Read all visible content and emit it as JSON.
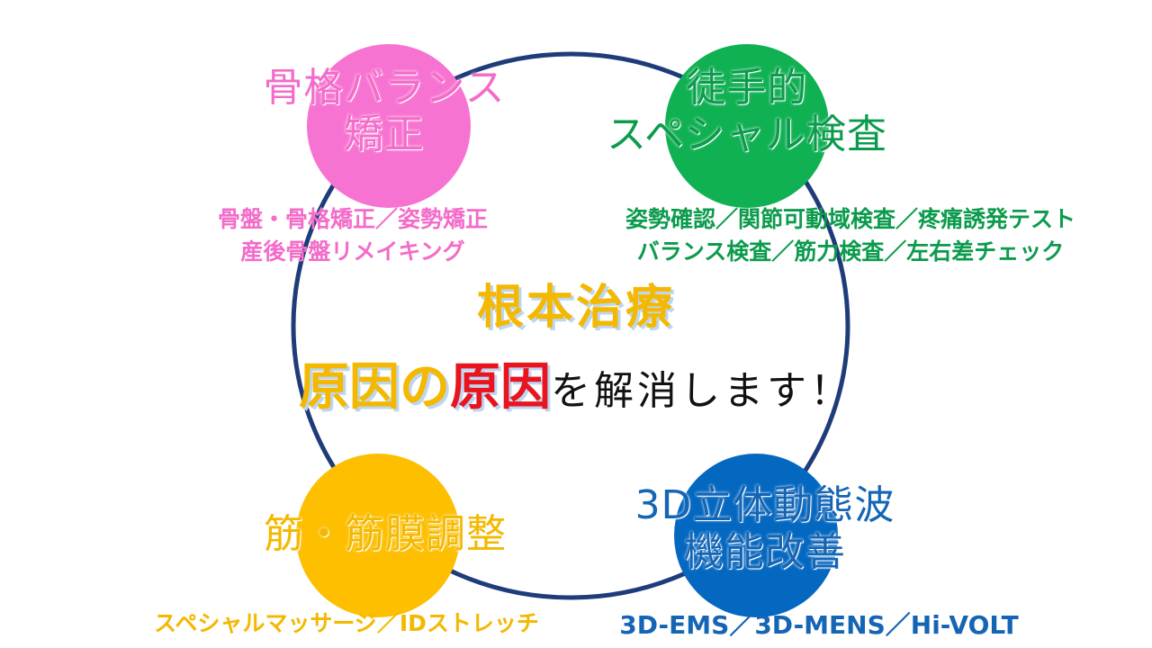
{
  "colors": {
    "ring": "#1f3c7a",
    "pink": "#f773d2",
    "green": "#10b153",
    "yellow": "#fdbf00",
    "blue": "#0468c1"
  },
  "center": {
    "title": "根本治療",
    "line_part1": "原因の",
    "line_part2": "原因",
    "line_part3": "を解消します！"
  },
  "nodes": {
    "pink": {
      "title": [
        "骨格バランス",
        "矯正"
      ],
      "desc": [
        "骨盤・骨格矯正／姿勢矯正",
        "産後骨盤リメイキング"
      ]
    },
    "green": {
      "title": [
        "徒手的",
        "スペシャル検査"
      ],
      "desc": [
        "姿勢確認／関節可動域検査／疼痛誘発テスト",
        "バランス検査／筋力検査／左右差チェック"
      ]
    },
    "yellow": {
      "title": [
        "筋・筋膜調整"
      ],
      "desc": [
        "スペシャルマッサージ／IDストレッチ"
      ]
    },
    "blue": {
      "title": [
        "3D立体動態波",
        "機能改善"
      ],
      "desc": [
        "3D-EMS／3D-MENS／Hi-VOLT"
      ]
    }
  }
}
